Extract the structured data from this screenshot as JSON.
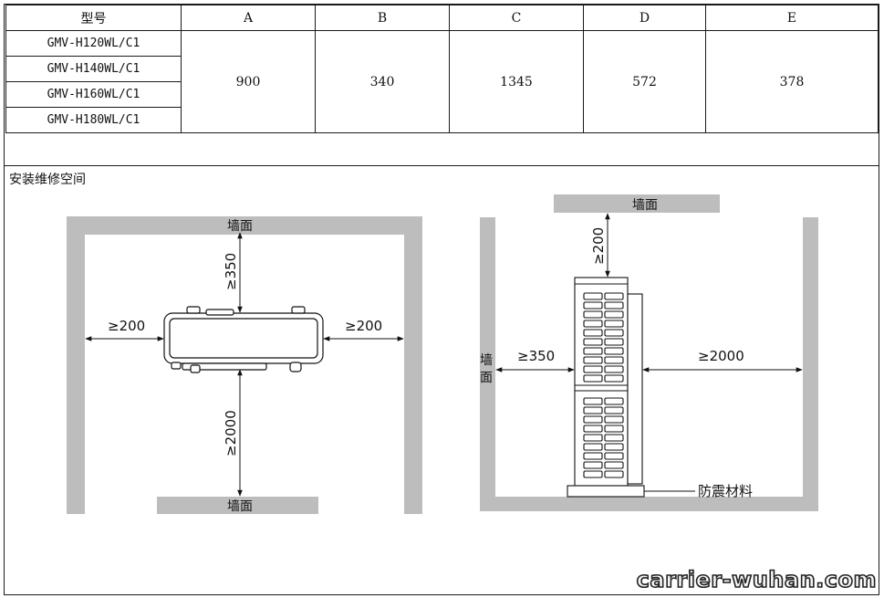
{
  "table": {
    "headers": [
      "型号",
      "A",
      "B",
      "C",
      "D",
      "E"
    ],
    "models": [
      "GMV-H120WL/C1",
      "GMV-H140WL/C1",
      "GMV-H160WL/C1",
      "GMV-H180WL/C1"
    ],
    "values": {
      "A": "900",
      "B": "340",
      "C": "1345",
      "D": "572",
      "E": "378"
    }
  },
  "section_title": "安装维修空间",
  "top_view": {
    "wall_top": "墙面",
    "wall_bottom": "墙面",
    "left_clearance": "≥200",
    "right_clearance": "≥200",
    "top_clearance": "≥350",
    "bottom_clearance": "≥2000"
  },
  "side_view": {
    "wall_top": "墙面",
    "wall_left_1": "墙",
    "wall_left_2": "面",
    "top_clearance": "≥200",
    "left_clearance": "≥350",
    "right_clearance": "≥2000",
    "base_label": "防震材料"
  },
  "watermark": "carrier-wuhan.com"
}
